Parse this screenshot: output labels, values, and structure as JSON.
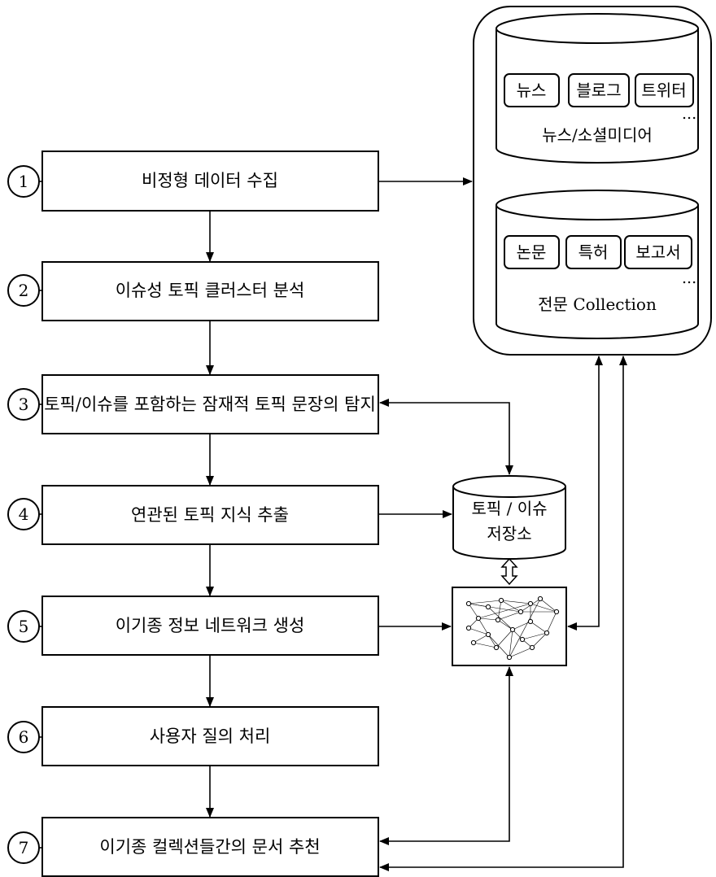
{
  "steps": [
    {
      "number": "1",
      "label": "비정형 데이터 수집"
    },
    {
      "number": "2",
      "label": "이슈성 토픽 클러스터 분석"
    },
    {
      "number": "3",
      "label": "토픽/이슈를 포함하는 잠재적 토픽 문장의 탐지"
    },
    {
      "number": "4",
      "label": "연관된 토픽 지식 추출"
    },
    {
      "number": "5",
      "label": "이기종 정보 네트워크 생성"
    },
    {
      "number": "6",
      "label": "사용자 질의 처리"
    },
    {
      "number": "7",
      "label": "이기종 컬렉션들간의 문서 추천"
    }
  ],
  "news_db": {
    "items": [
      "뉴스",
      "블로그",
      "트위터"
    ],
    "ellipsis": "...",
    "label": "뉴스/소셜미디어"
  },
  "pro_db": {
    "items": [
      "논문",
      "특허",
      "보고서"
    ],
    "ellipsis": "...",
    "label": "전문 Collection"
  },
  "topic_store": {
    "line1": "토픽 / 이슈",
    "line2": "저장소"
  }
}
